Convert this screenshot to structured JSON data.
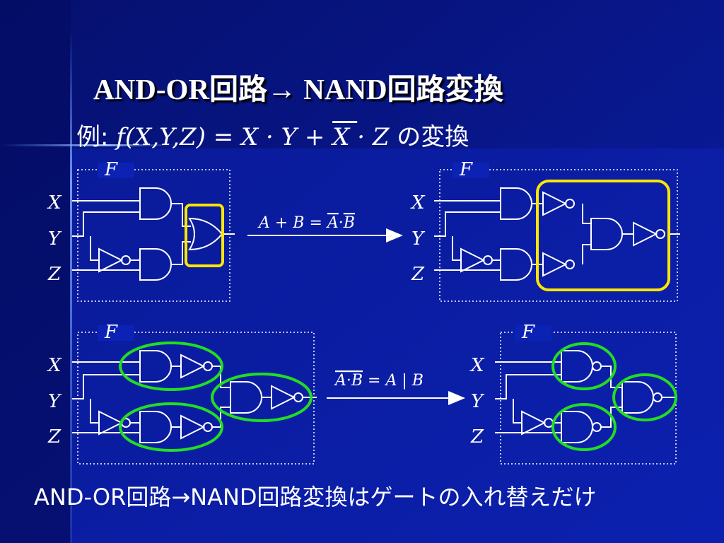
{
  "title": "AND-OR回路→ NAND回路変換",
  "example": {
    "prefix": "例:",
    "formula_main": " f(X,Y,Z) = X · Y + ",
    "formula_bar": " X ",
    "formula_tail": " · Z",
    "suffix": " の変換"
  },
  "diagrams": {
    "output_label": "F",
    "inputs": [
      "X",
      "Y",
      "Z"
    ]
  },
  "rules": {
    "de_morgan": {
      "lhs": "A + B = ",
      "rhs_a": "A",
      "dot": "·",
      "rhs_b": "B"
    },
    "nand": {
      "lhs_a": "A",
      "dot": "·",
      "lhs_b": "B",
      "rhs": " = A | B"
    }
  },
  "footer": "AND-OR回路→NAND回路変換はゲートの入れ替えだけ",
  "colors": {
    "background": "#0a1490",
    "highlight_yellow": "#ffe600",
    "highlight_green": "#22dd22",
    "line": "#ffffff"
  }
}
